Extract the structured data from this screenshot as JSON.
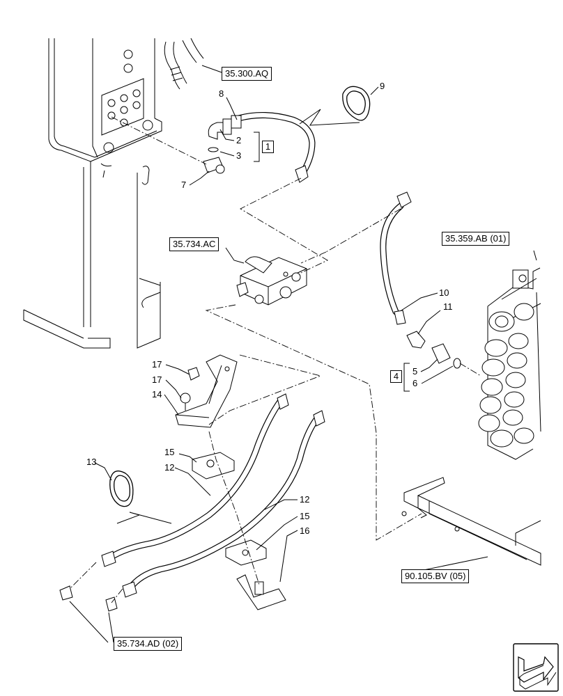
{
  "refs": {
    "r35300aq": "35.300.AQ",
    "r35734ac": "35.734.AC",
    "r35359ab": "35.359.AB (01)",
    "r90105bv": "90.105.BV (05)",
    "r35734ad": "35.734.AD (02)"
  },
  "group_boxes": {
    "g1": "1",
    "g4": "4"
  },
  "callouts": {
    "c8": "8",
    "c9": "9",
    "c2": "2",
    "c3": "3",
    "c7": "7",
    "c10": "10",
    "c11": "11",
    "c5": "5",
    "c6": "6",
    "c17a": "17",
    "c17b": "17",
    "c14": "14",
    "c15a": "15",
    "c13": "13",
    "c12a": "12",
    "c12b": "12",
    "c15b": "15",
    "c16": "16"
  },
  "icons": {
    "nav": "next-page-arrow-icon"
  }
}
